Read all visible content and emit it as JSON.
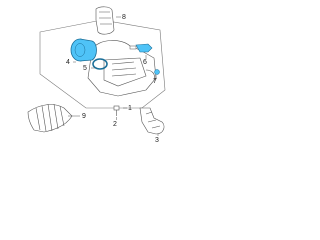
{
  "diagram": {
    "callouts": [
      {
        "id": "1",
        "text": "1"
      },
      {
        "id": "2",
        "text": "2"
      },
      {
        "id": "3",
        "text": "3"
      },
      {
        "id": "4",
        "text": "4"
      },
      {
        "id": "5",
        "text": "5"
      },
      {
        "id": "6",
        "text": "6"
      },
      {
        "id": "7",
        "text": "7"
      },
      {
        "id": "8",
        "text": "8"
      },
      {
        "id": "9",
        "text": "9"
      }
    ],
    "colors": {
      "line": "#555555",
      "highlight_fill": "#4fc3f7",
      "highlight_stroke": "#1b6f99",
      "background": "#ffffff"
    }
  }
}
